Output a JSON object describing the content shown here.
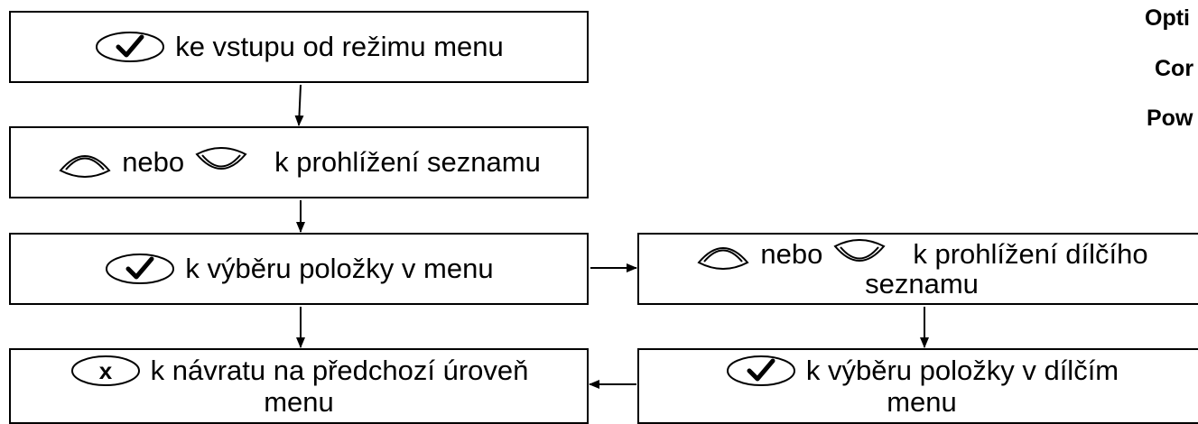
{
  "steps": {
    "enter_menu": {
      "text": "ke vstupu od režimu menu"
    },
    "browse_list": {
      "connector": "nebo",
      "text": "k prohlížení seznamu"
    },
    "select_item": {
      "text": "k výběru položky v menu"
    },
    "browse_sublist": {
      "connector": "nebo",
      "text": "k prohlížení dílčího",
      "text2": "seznamu"
    },
    "select_subitem": {
      "text": "k výběru položky v dílčím",
      "text2": "menu"
    },
    "return_level": {
      "text": "k návratu na předchozí úroveň",
      "text2": "menu"
    }
  },
  "keys": {
    "ok": "check-key",
    "cancel": "x-key",
    "cancel_glyph": "x",
    "up": "up-key",
    "down": "down-key"
  },
  "margin_text": [
    "Opti",
    "Cor",
    "Pow"
  ]
}
